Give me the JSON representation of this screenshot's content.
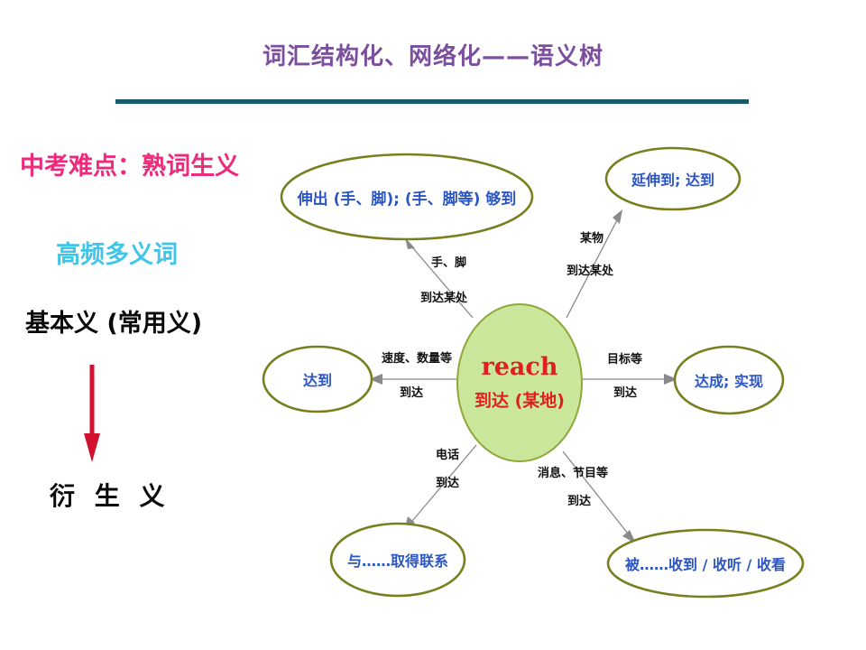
{
  "header": {
    "title": "词汇结构化、网络化——语义树",
    "title_color": "#7B4F9D",
    "rule_color": "#185C6B"
  },
  "sidebar": {
    "difficulty_label": "中考难点：熟词生义",
    "difficulty_color": "#ED2A7B",
    "high_frequency_label": "高频多义词",
    "high_frequency_color": "#3FC5E8",
    "basic_meaning_label": "基本义 (常用义)",
    "derived_meaning_label": "衍 生 义",
    "arrow_icon": "down-arrow-icon",
    "arrow_color": "#D1112E"
  },
  "mindmap": {
    "center": {
      "word": "reach",
      "gloss": "到达 (某地)",
      "fill_color": "#CBE79C",
      "stroke_color": "#8FA83A",
      "text_color": "#E02020"
    },
    "node_stroke_color": "#77801F",
    "node_text_color": "#2B55C4",
    "connector_color": "#8A8A8A",
    "nodes": [
      {
        "id": "extend-limb",
        "label": "伸出 (手、脚); (手、脚等) 够到",
        "edge_line1": "手、脚",
        "edge_line2": "到达某处"
      },
      {
        "id": "extend-to",
        "label": "延伸到; 达到",
        "edge_line1": "某物",
        "edge_line2": "到达某处"
      },
      {
        "id": "attain",
        "label": "达到",
        "edge_line1": "速度、数量等",
        "edge_line2": "到达"
      },
      {
        "id": "achieve",
        "label": "达成; 实现",
        "edge_line1": "目标等",
        "edge_line2": "到达"
      },
      {
        "id": "contact",
        "label": "与……取得联系",
        "edge_line1": "电话",
        "edge_line2": "到达"
      },
      {
        "id": "be-received",
        "label": "被……收到 / 收听 / 收看",
        "edge_line1": "消息、节目等",
        "edge_line2": "到达"
      }
    ]
  }
}
